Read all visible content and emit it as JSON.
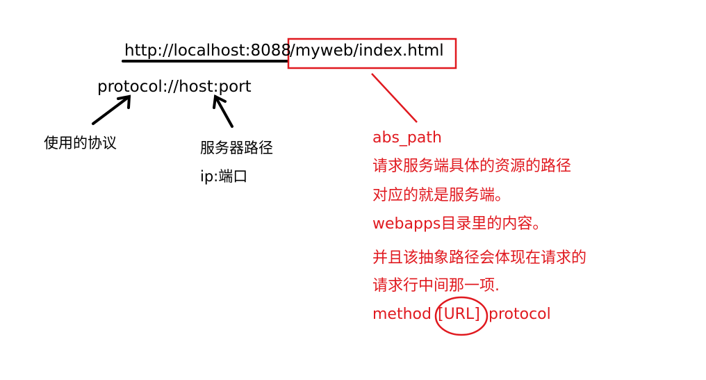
{
  "url": {
    "scheme_host": "http://localhost:8088",
    "abs_path": "/myweb/index.html"
  },
  "pattern": "protocol://host:port",
  "left_labels": {
    "protocol_note": "使用的协议",
    "host_note_1": "服务器路径",
    "host_note_2": "ip:端口"
  },
  "notes": {
    "abs_path_title": "abs_path",
    "line1": "请求服务端具体的资源的路径",
    "line2": "对应的就是服务端。",
    "line3": "webapps目录里的内容。",
    "line4": "并且该抽象路径会体现在请求的",
    "line5": "请求行中间那一项.",
    "request_line": {
      "method": "method",
      "url": "[URL]",
      "protocol": "protocol"
    }
  },
  "colors": {
    "ink": "#000000",
    "accent": "#e0191f"
  }
}
